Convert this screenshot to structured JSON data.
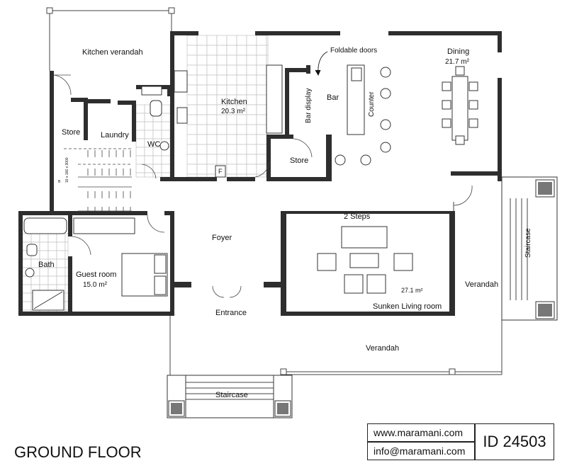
{
  "page": {
    "title": "GROUND FLOOR"
  },
  "rooms": {
    "kitchen_verandah": "Kitchen verandah",
    "store_left": "Store",
    "laundry": "Laundry",
    "wc": "WC",
    "kitchen": "Kitchen",
    "kitchen_area": "20.3 m²",
    "dining": "Dining",
    "dining_area": "21.7 m²",
    "bar": "Bar",
    "bar_display": "Bar display",
    "counter": "Counter",
    "store_bar": "Store",
    "foyer": "Foyer",
    "bath": "Bath",
    "guest_room": "Guest room",
    "guest_room_area": "15.0 m²",
    "entrance": "Entrance",
    "sunken_living": "Sunken Living room",
    "sunken_living_area": "27.1 m²",
    "two_steps": "2 Steps",
    "verandah_right": "Verandah",
    "verandah_front": "Verandah",
    "staircase_front": "Staircase",
    "staircase_right": "Staircase"
  },
  "annotations": {
    "foldable_doors": "Foldable doors",
    "fridge_mark": "F",
    "stair_note": "16 x 166 x 3000",
    "stair_left_mark": "B"
  },
  "credits": {
    "website": "www.maramani.com",
    "email": "info@maramani.com",
    "plan_id": "ID 24503"
  }
}
